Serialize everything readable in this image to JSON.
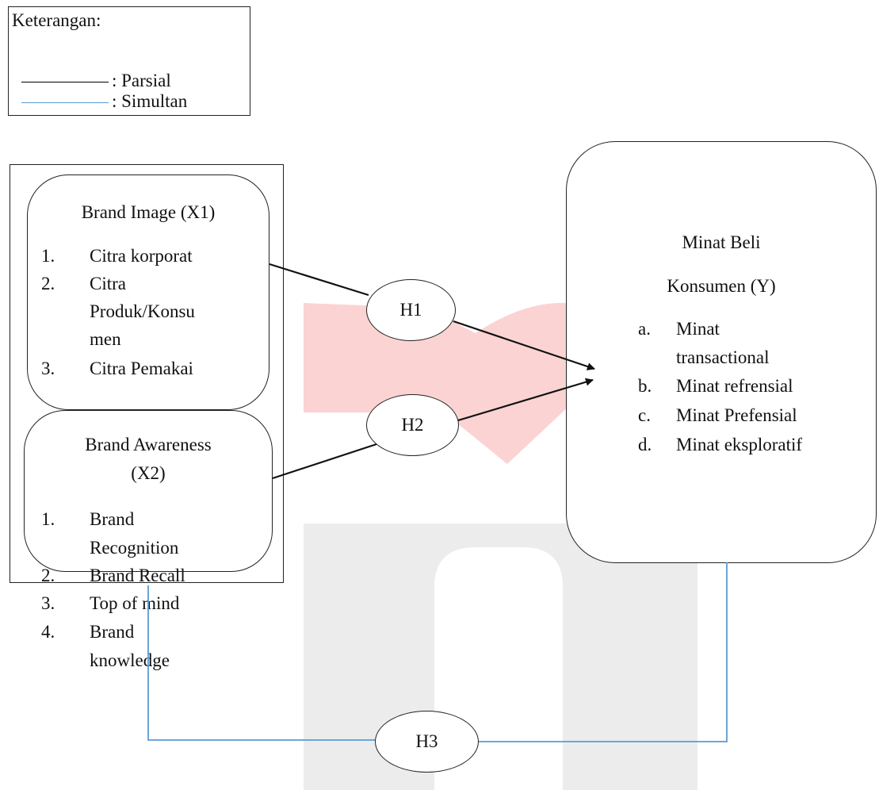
{
  "legend": {
    "title": "Keterangan:",
    "partial": ": Parsial",
    "simultaneous": ": Simultan",
    "partial_color": "#000000",
    "simultaneous_color": "#5b9bd5"
  },
  "x1": {
    "title": "Brand Image (X1)",
    "items": [
      {
        "num": "1.",
        "lines": [
          "Citra korporat"
        ]
      },
      {
        "num": "2.",
        "lines": [
          "Citra",
          "Produk/Konsu",
          "men"
        ]
      },
      {
        "num": "3.",
        "lines": [
          "Citra Pemakai"
        ]
      }
    ]
  },
  "x2": {
    "title_line1": "Brand Awareness",
    "title_line2": "(X2)",
    "items": [
      {
        "num": "1.",
        "lines": [
          "Brand",
          "Recognition"
        ]
      },
      {
        "num": "2.",
        "lines": [
          "Brand Recall"
        ]
      },
      {
        "num": "3.",
        "lines": [
          "Top of mind"
        ]
      },
      {
        "num": "4.",
        "lines": [
          "Brand",
          "knowledge"
        ]
      }
    ]
  },
  "y": {
    "title_line1": "Minat Beli",
    "title_line2": "Konsumen (Y)",
    "items": [
      {
        "num": "a.",
        "lines": [
          "Minat",
          "transactional"
        ]
      },
      {
        "num": "b.",
        "lines": [
          "Minat refrensial"
        ]
      },
      {
        "num": "c.",
        "lines": [
          "Minat Prefensial"
        ]
      },
      {
        "num": "d.",
        "lines": [
          "Minat eksploratif"
        ]
      }
    ]
  },
  "hypotheses": {
    "h1": "H1",
    "h2": "H2",
    "h3": "H3"
  },
  "colors": {
    "watermark_red": "#fbd3d3",
    "watermark_gray": "#ececec"
  }
}
